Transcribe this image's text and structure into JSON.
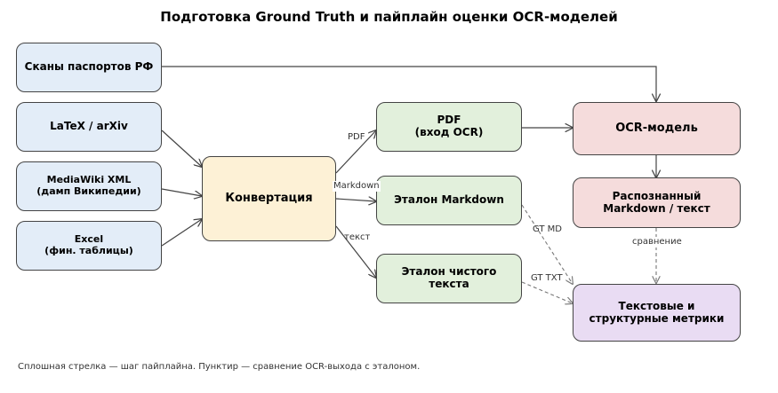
{
  "title": "Подготовка Ground Truth и пайплайн оценки OCR-моделей",
  "nodes": {
    "scans": "Сканы паспортов РФ",
    "latex": "LaTeX / arXiv",
    "mediawiki": "MediaWiki XML\n(дамп Википедии)",
    "excel": "Excel\n(фин. таблицы)",
    "convert": "Конвертация",
    "pdf": "PDF\n(вход OCR)",
    "gt_md": "Эталон Markdown",
    "gt_txt": "Эталон чистого\nтекста",
    "ocr": "OCR-модель",
    "recognized": "Распознанный\nMarkdown / текст",
    "metrics": "Текстовые и\nструктурные метрики"
  },
  "edge_labels": {
    "pdf": "PDF",
    "markdown": "Markdown",
    "text": "текст",
    "gt_md": "GT MD",
    "gt_txt": "GT TXT",
    "compare": "сравнение"
  },
  "caption": "Сплошная стрелка — шаг пайплайна.   Пунктир — сравнение OCR-выхода с эталоном.",
  "colors": {
    "source": "#e3edf8",
    "convert": "#fdf1d6",
    "ground_truth": "#e2f0dc",
    "ocr": "#f5dcdc",
    "metrics": "#e9dcf3",
    "edge": "#444444",
    "dashed": "#777777"
  }
}
